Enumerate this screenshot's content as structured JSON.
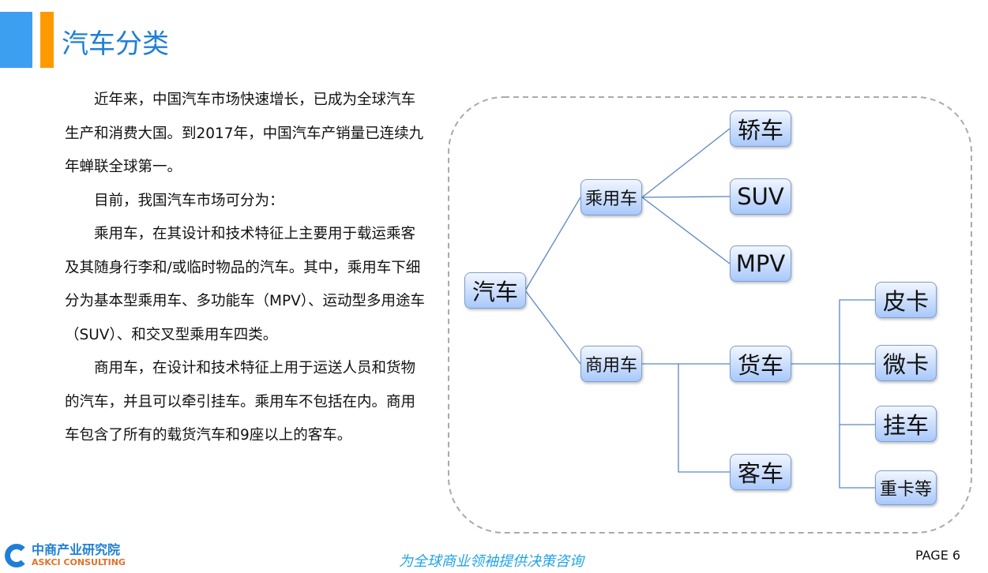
{
  "header": {
    "title": "汽车分类"
  },
  "body": {
    "paragraphs": [
      "近年来，中国汽车市场快速增长，已成为全球汽车生产和消费大国。到2017年，中国汽车产销量已连续九年蝉联全球第一。",
      "目前，我国汽车市场可分为：",
      "乘用车，在其设计和技术特征上主要用于载运乘客及其随身行李和/或临时物品的汽车。其中，乘用车下细分为基本型乘用车、多功能车（MPV）、运动型多用途车（SUV）、和交叉型乘用车四类。",
      "商用车，在设计和技术特征上用于运送人员和货物的汽车，并且可以牵引挂车。乘用车不包括在内。商用车包含了所有的载货汽车和9座以上的客车。"
    ]
  },
  "diagram": {
    "root": "汽车",
    "passenger": "乘用车",
    "commercial": "商用车",
    "sedan": "轿车",
    "suv": "SUV",
    "mpv": "MPV",
    "truck": "货车",
    "bus": "客车",
    "pickup": "皮卡",
    "minitruck": "微卡",
    "trailer": "挂车",
    "heavy": "重卡等"
  },
  "footer": {
    "logo_cn": "中商产业研究院",
    "logo_en": "ASKCI CONSULTING",
    "slogan": "为全球商业领袖提供决策咨询",
    "page": "PAGE  6"
  }
}
